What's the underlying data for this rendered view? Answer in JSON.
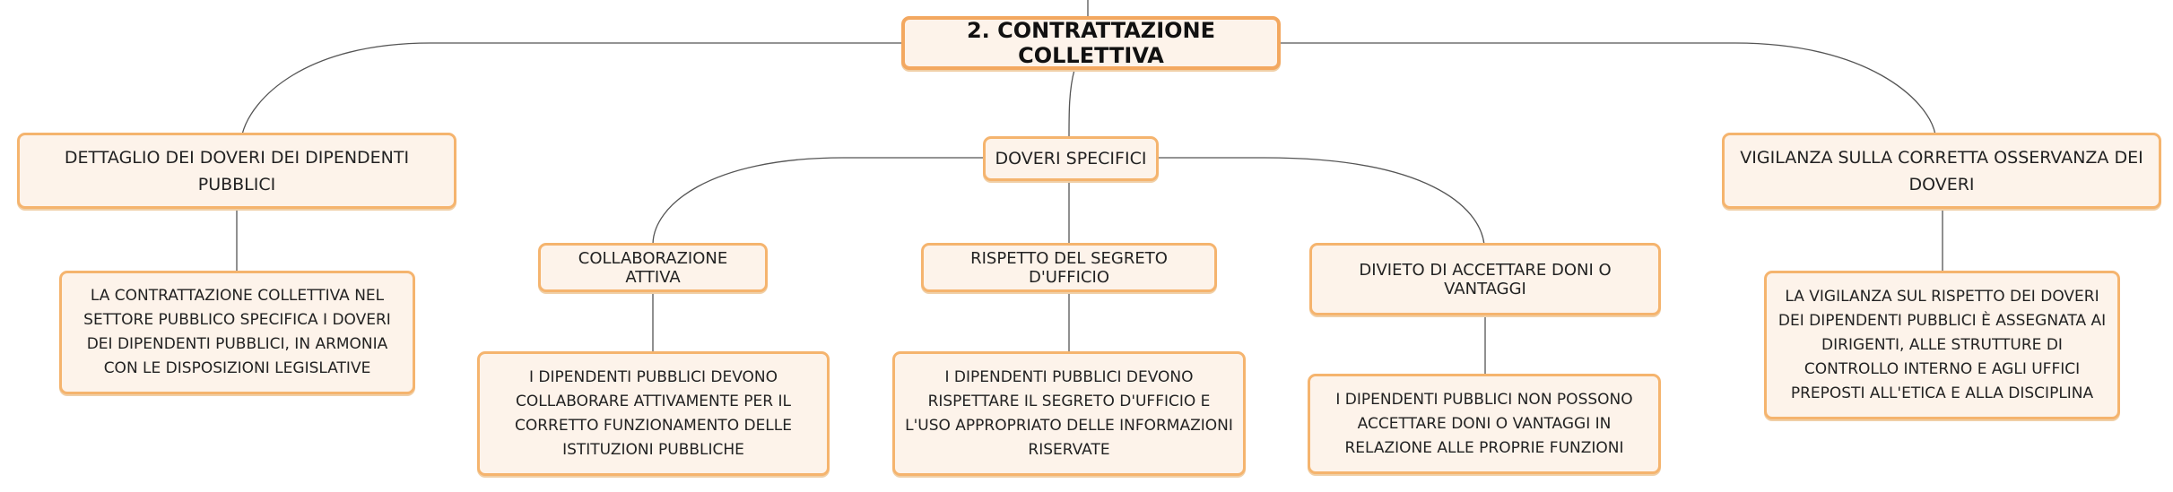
{
  "root": {
    "label": "2. CONTRATTAZIONE COLLETTIVA"
  },
  "branches": [
    {
      "label": "DETTAGLIO DEI DOVERI DEI DIPENDENTI PUBBLICI",
      "detail": "LA CONTRATTAZIONE COLLETTIVA NEL SETTORE PUBBLICO SPECIFICA I DOVERI DEI DIPENDENTI PUBBLICI, IN ARMONIA CON LE DISPOSIZIONI LEGISLATIVE"
    },
    {
      "label": "DOVERI SPECIFICI",
      "children": [
        {
          "label": "COLLABORAZIONE ATTIVA",
          "detail": "I DIPENDENTI PUBBLICI DEVONO COLLABORARE ATTIVAMENTE PER IL CORRETTO FUNZIONAMENTO DELLE ISTITUZIONI PUBBLICHE"
        },
        {
          "label": "RISPETTO DEL SEGRETO D'UFFICIO",
          "detail": "I DIPENDENTI PUBBLICI DEVONO RISPETTARE IL SEGRETO D'UFFICIO E L'USO APPROPRIATO DELLE INFORMAZIONI RISERVATE"
        },
        {
          "label": "DIVIETO DI ACCETTARE DONI O VANTAGGI",
          "detail": "I DIPENDENTI PUBBLICI NON POSSONO ACCETTARE DONI O VANTAGGI IN RELAZIONE ALLE PROPRIE FUNZIONI"
        }
      ]
    },
    {
      "label": "VIGILANZA SULLA CORRETTA OSSERVANZA DEI DOVERI",
      "detail": "LA VIGILANZA SUL RISPETTO DEI DOVERI DEI DIPENDENTI PUBBLICI È ASSEGNATA AI DIRIGENTI, ALLE STRUTTURE DI CONTROLLO INTERNO E AGLI UFFICI PREPOSTI ALL'ETICA E ALLA DISCIPLINA"
    }
  ],
  "colors": {
    "node_fill": "#fdf3ea",
    "node_border": "#f5b46e",
    "connector": "#555555"
  }
}
